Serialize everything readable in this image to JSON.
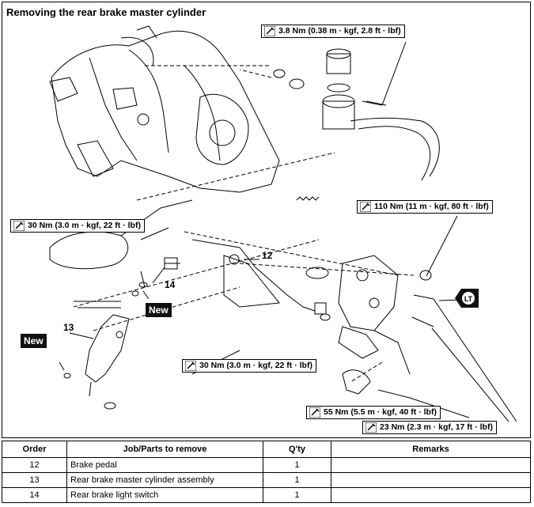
{
  "title": "Removing the rear brake master cylinder",
  "torques": {
    "t1": "3.8 Nm (0.38 m · kgf, 2.8 ft · lbf)",
    "t2": "110 Nm (11 m · kgf, 80 ft · lbf)",
    "t3": "30 Nm (3.0 m · kgf, 22 ft · lbf)",
    "t4": "30 Nm (3.0 m · kgf, 22 ft · lbf)",
    "t5": "55 Nm (5.5 m · kgf, 40 ft · lbf)",
    "t6": "23 Nm (2.3 m · kgf, 17 ft · lbf)"
  },
  "callouts": {
    "c12": "12",
    "c13": "13",
    "c14": "14"
  },
  "badges": {
    "new1": "New",
    "new2": "New",
    "lt": "LT"
  },
  "icons": {
    "torque": "torque-wrench-icon",
    "locktite": "locktite-icon"
  },
  "table": {
    "headers": {
      "order": "Order",
      "job": "Job/Parts to remove",
      "qty": "Q'ty",
      "remarks": "Remarks"
    },
    "rows": [
      {
        "order": "12",
        "job": "Brake pedal",
        "qty": "1",
        "remarks": ""
      },
      {
        "order": "13",
        "job": "Rear brake master cylinder assembly",
        "qty": "1",
        "remarks": ""
      },
      {
        "order": "14",
        "job": "Rear brake light switch",
        "qty": "1",
        "remarks": ""
      }
    ]
  }
}
